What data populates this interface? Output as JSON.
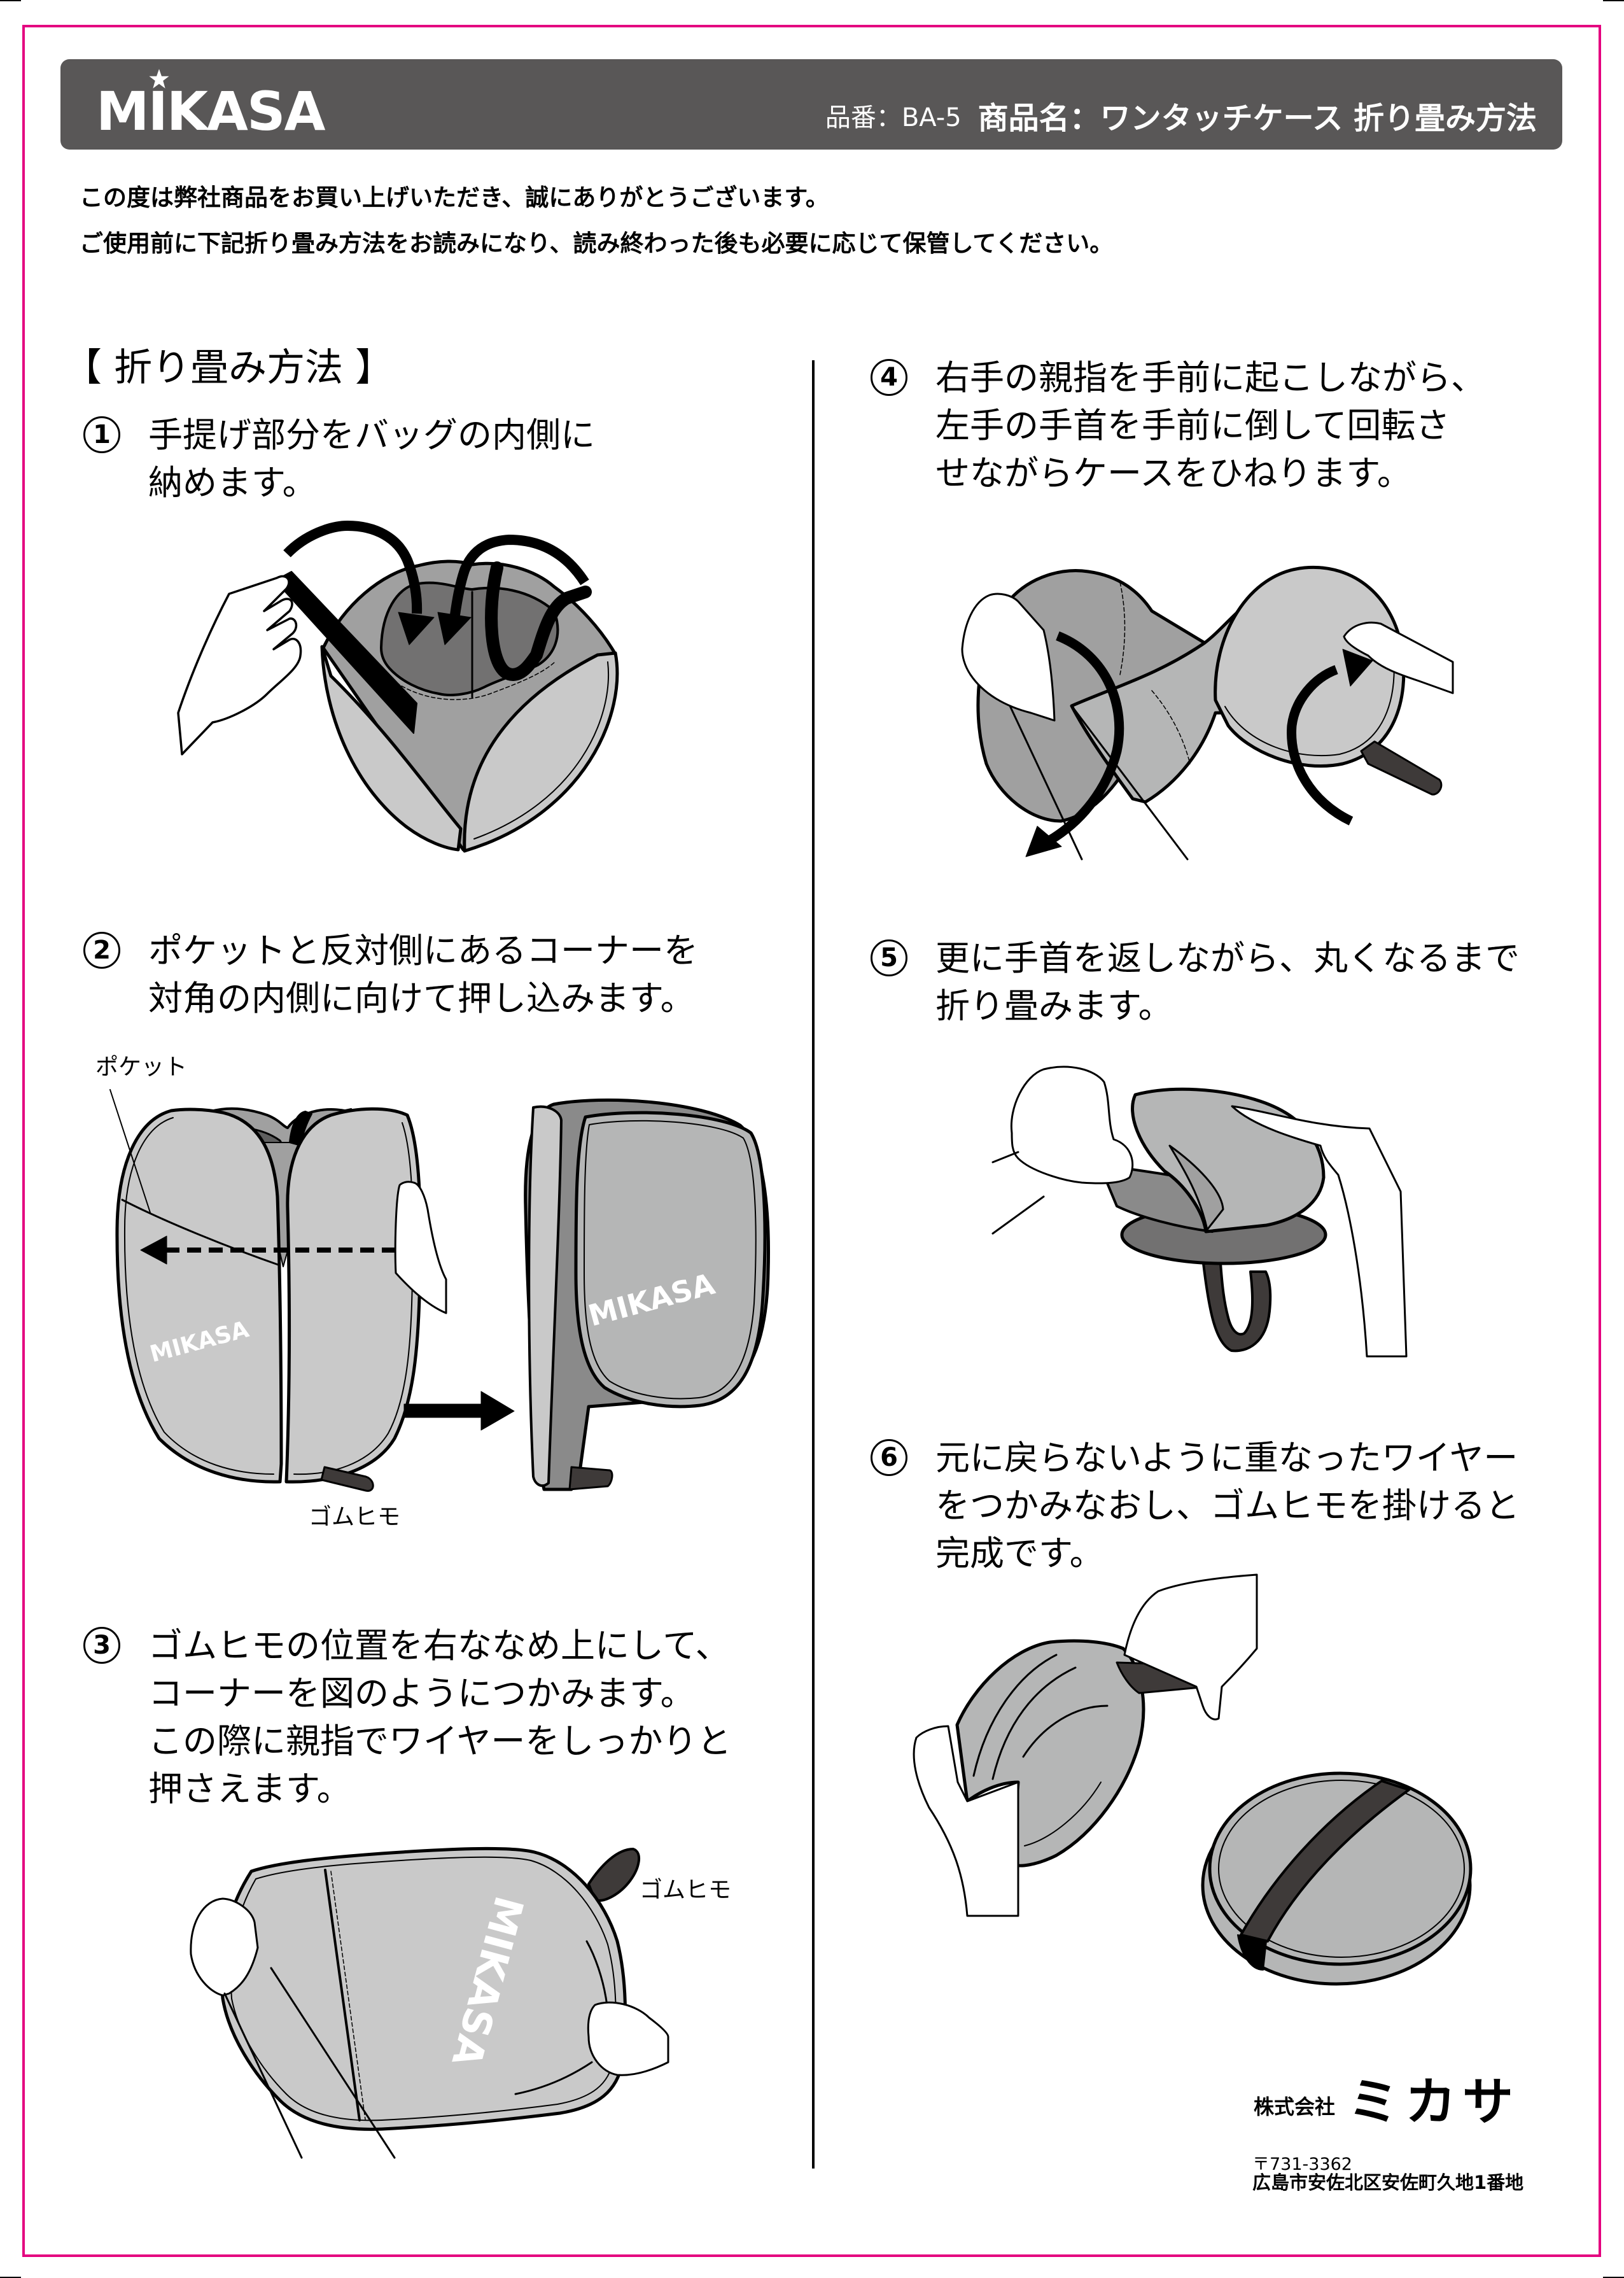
{
  "header": {
    "logo": "MIKASA",
    "product_number": "品番：BA-5",
    "product_name": "商品名：ワンタッチケース 折り畳み方法"
  },
  "intro": {
    "lines": [
      "この度は弊社商品をお買い上げいただき、誠にありがとうございます。",
      "ご使用前に下記折り畳み方法をお読みになり、読み終わった後も必要に応じて保管してください。"
    ]
  },
  "section_title": "【 折り畳み方法 】",
  "steps": [
    {
      "number": "1",
      "lines": [
        "手提げ部分をバッグの内側に",
        "納めます。"
      ]
    },
    {
      "number": "2",
      "lines": [
        "ポケットと反対側にあるコーナーを",
        "対角の内側に向けて押し込みます。"
      ],
      "labels": {
        "pocket": "ポケット",
        "elastic": "ゴムヒモ"
      }
    },
    {
      "number": "3",
      "lines": [
        "ゴムヒモの位置を右ななめ上にして、",
        "コーナーを図のようにつかみます。",
        "この際に親指でワイヤーをしっかりと",
        "押さえます。"
      ],
      "labels": {
        "elastic": "ゴムヒモ"
      }
    },
    {
      "number": "4",
      "lines": [
        "右手の親指を手前に起こしながら、",
        "左手の手首を手前に倒して回転さ",
        "せながらケースをひねります。"
      ]
    },
    {
      "number": "5",
      "lines": [
        "更に手首を返しながら、丸くなるまで",
        "折り畳みます。"
      ]
    },
    {
      "number": "6",
      "lines": [
        "元に戻らないように重なったワイヤー",
        "をつかみなおし、ゴムヒモを掛けると",
        "完成です。"
      ]
    }
  ],
  "bag_logo": "MIKASA",
  "footer": {
    "company_prefix": "株式会社",
    "company_name": "ミカサ",
    "postal_code": "〒731-3362",
    "address": "広島市安佐北区安佐町久地1番地"
  },
  "colors": {
    "page_border": "#e4007f",
    "header_bg": "#595757",
    "panel_light": "#c9c9c9",
    "panel_mid": "#a0a0a0",
    "panel_dark": "#727171",
    "strap": "#3e3a39"
  }
}
